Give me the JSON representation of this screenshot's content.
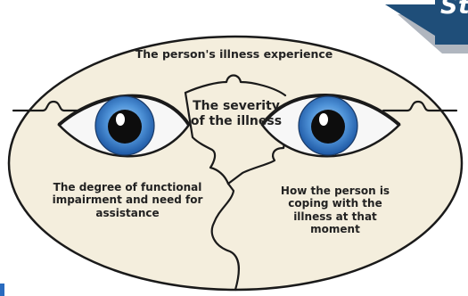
{
  "banner": {
    "text": "St",
    "color": "#1f4e79",
    "shadow": "#b0b6bf"
  },
  "diagram": {
    "background_color": "#f4eedd",
    "outline_color": "#1a1a1a",
    "eye_iris_color": "#2e74c8",
    "pieces": {
      "top": {
        "label": "The person's illness experience"
      },
      "center": {
        "lines": [
          "The severity",
          "of the illness"
        ]
      },
      "left": {
        "lines": [
          "The degree of functional",
          "impairment and need for",
          "assistance"
        ]
      },
      "right": {
        "lines": [
          "How the person is",
          "coping with the",
          "illness at that",
          "moment"
        ]
      }
    }
  }
}
